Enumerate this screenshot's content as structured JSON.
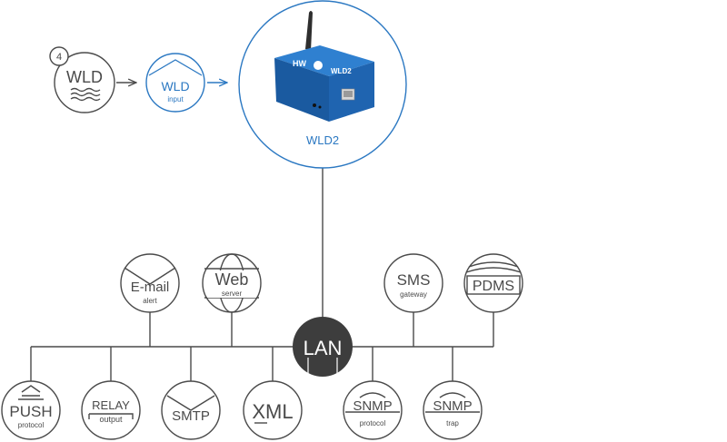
{
  "sensor": {
    "count": "4",
    "label": "WLD"
  },
  "input": {
    "title": "WLD",
    "subtitle": "input"
  },
  "device": {
    "caption": "WLD2",
    "brand": "HW",
    "model": "WLD2"
  },
  "hub": {
    "label": "LAN"
  },
  "upper_services": [
    {
      "title": "E-mail",
      "subtitle": "alert",
      "icon": "envelope-icon"
    },
    {
      "title": "Web",
      "subtitle": "server",
      "icon": "globe-icon"
    },
    {
      "title": "SMS",
      "subtitle": "gateway",
      "icon": ""
    },
    {
      "title": "PDMS",
      "subtitle": "",
      "icon": "stack-icon"
    }
  ],
  "lower_services": [
    {
      "title": "PUSH",
      "subtitle": "protocol",
      "icon": "push-icon"
    },
    {
      "title": "RELAY",
      "subtitle": "output",
      "icon": ""
    },
    {
      "title": "SMTP",
      "subtitle": "",
      "icon": "envelope-icon"
    },
    {
      "title": "XML",
      "subtitle": "",
      "icon": ""
    },
    {
      "title": "SNMP",
      "subtitle": "protocol",
      "icon": "snmp-icon"
    },
    {
      "title": "SNMP",
      "subtitle": "trap",
      "icon": "snmp-icon"
    }
  ],
  "colors": {
    "accent": "#2b78c2",
    "line": "#4a4a4a",
    "hub": "#3d3d3d",
    "device": "#1f64b0"
  }
}
